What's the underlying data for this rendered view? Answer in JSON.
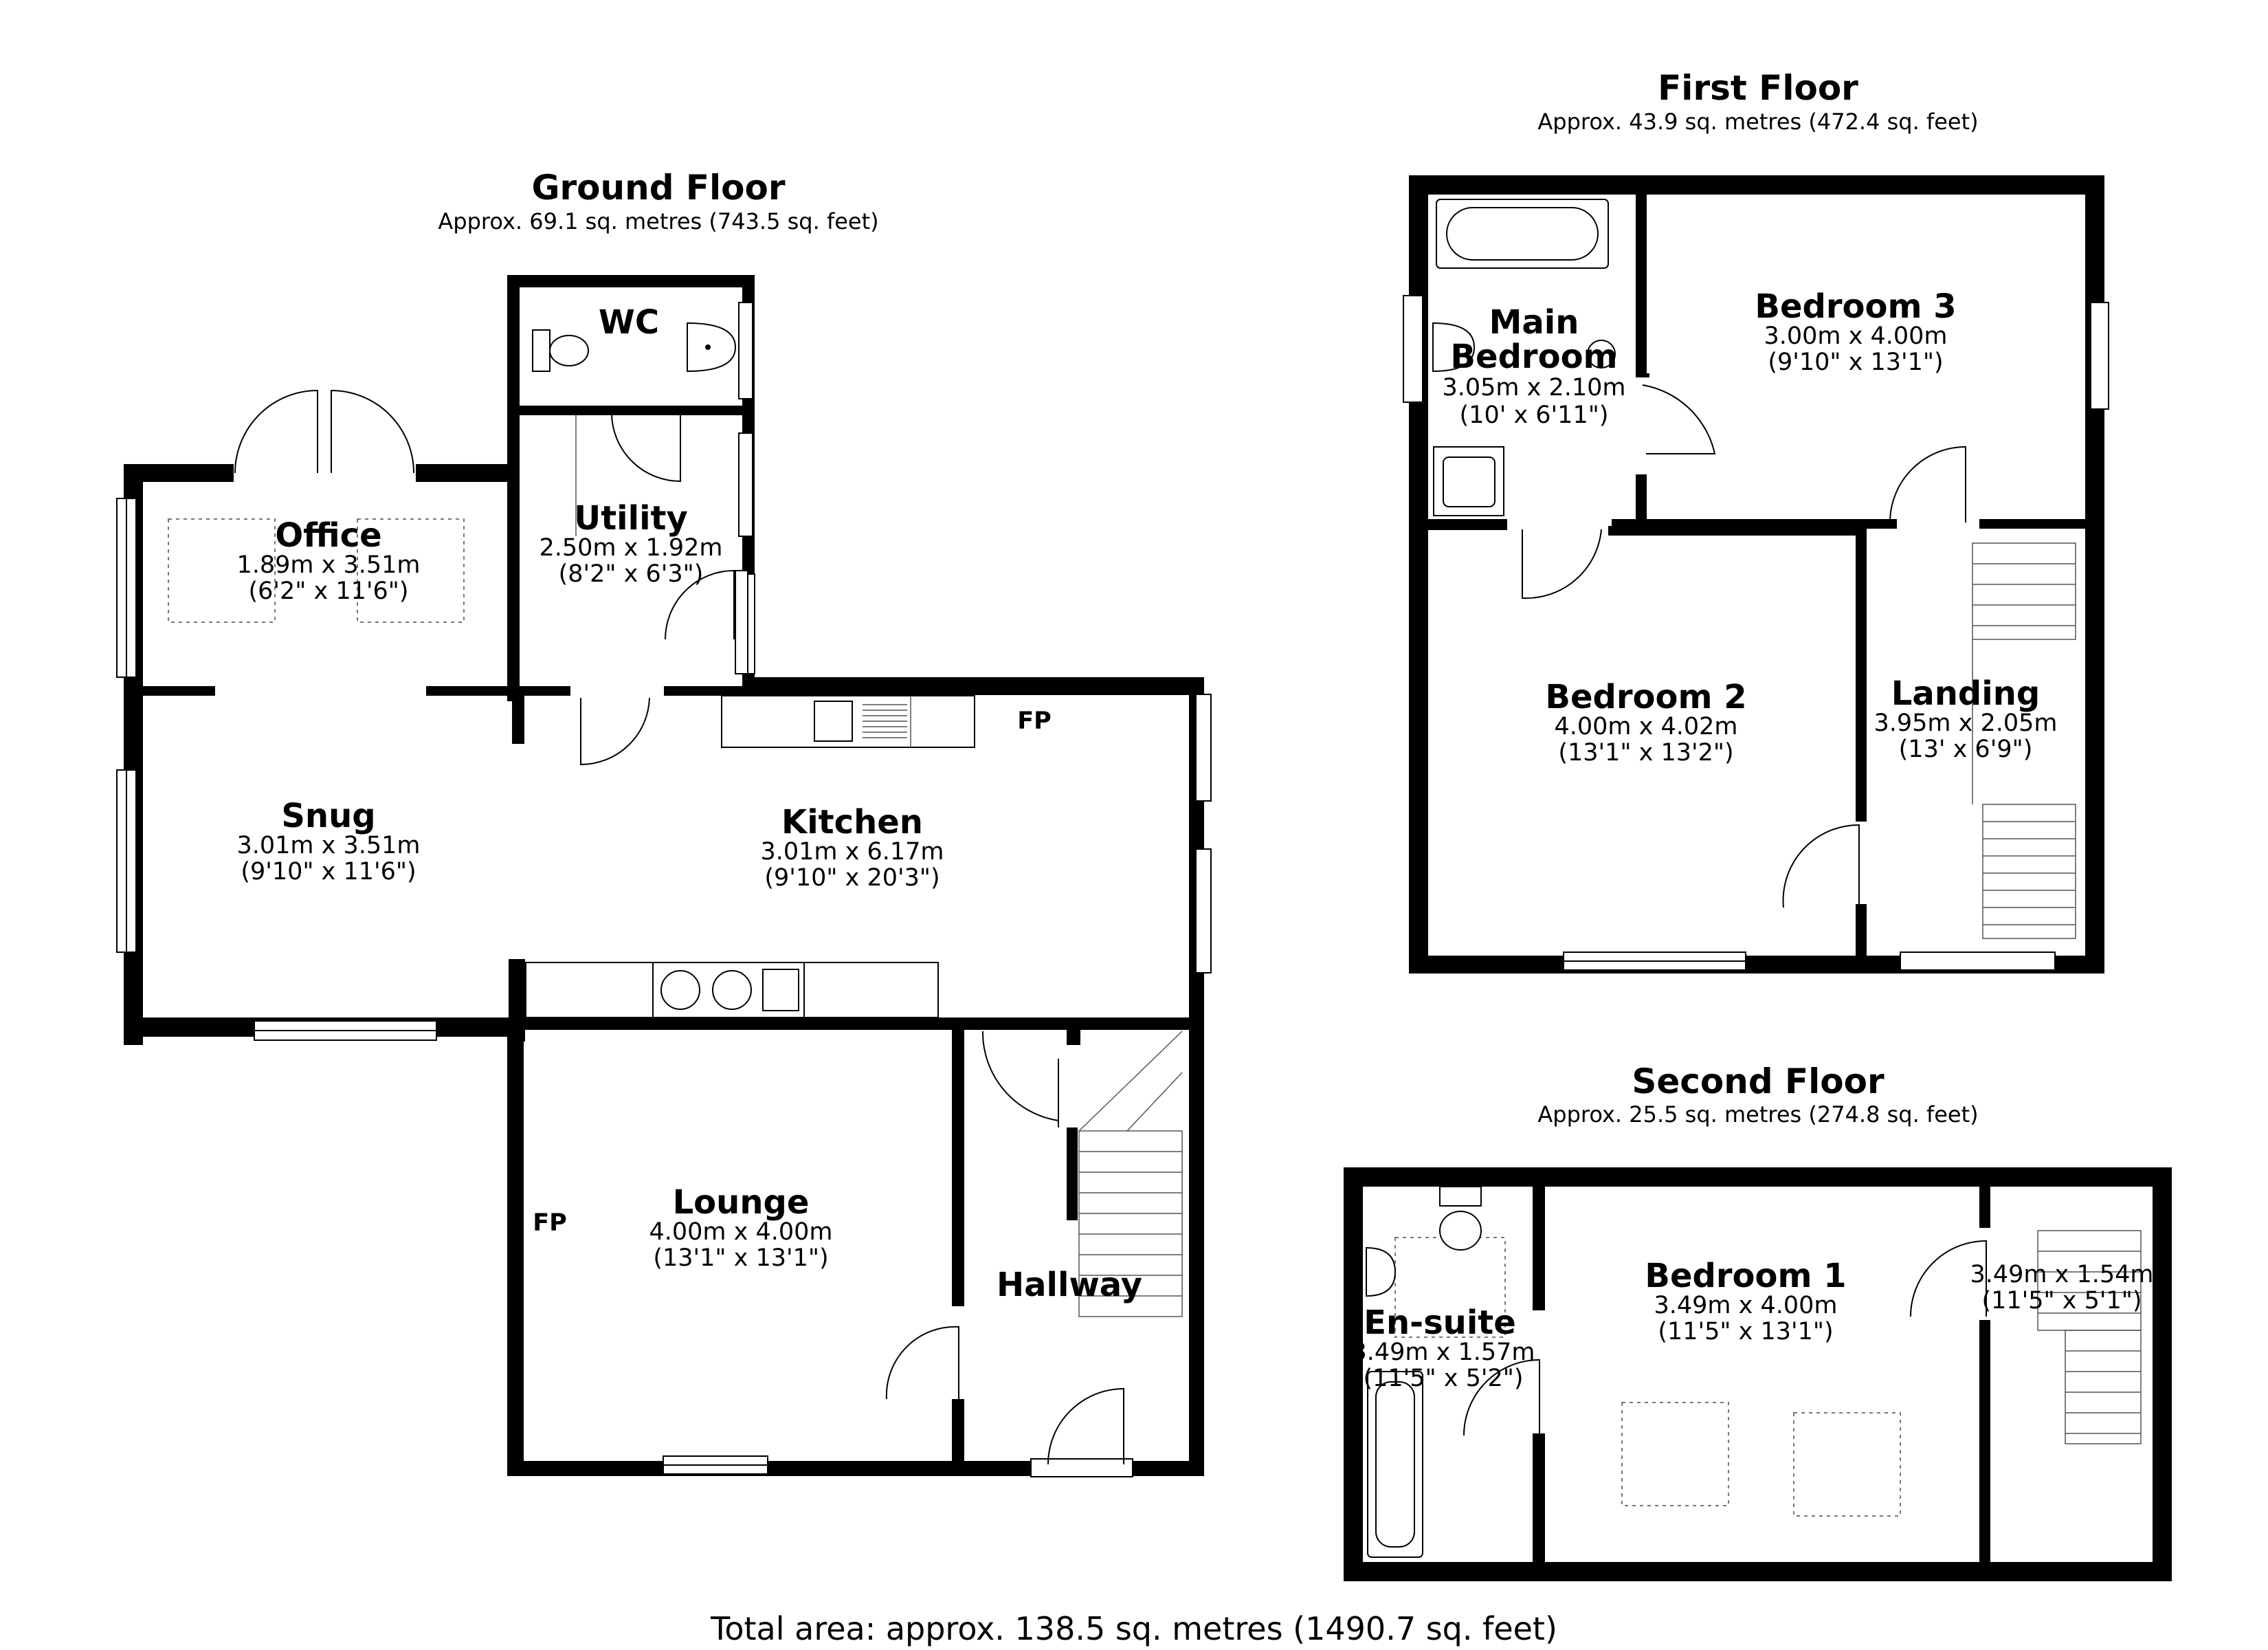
{
  "floors": {
    "ground": {
      "title": "Ground Floor",
      "area": "Approx. 69.1 sq. metres (743.5 sq. feet)"
    },
    "first": {
      "title": "First Floor",
      "area": "Approx. 43.9 sq. metres (472.4 sq. feet)"
    },
    "second": {
      "title": "Second Floor",
      "area": "Approx. 25.5 sq. metres (274.8 sq. feet)"
    }
  },
  "rooms": {
    "wc": {
      "name": "WC"
    },
    "utility": {
      "name": "Utility",
      "dim_m": "2.50m x 1.92m",
      "dim_ft": "(8'2\" x 6'3\")"
    },
    "office": {
      "name": "Office",
      "dim_m": "1.89m x 3.51m",
      "dim_ft": "(6'2\" x 11'6\")"
    },
    "snug": {
      "name": "Snug",
      "dim_m": "3.01m x 3.51m",
      "dim_ft": "(9'10\" x 11'6\")"
    },
    "kitchen": {
      "name": "Kitchen",
      "dim_m": "3.01m x 6.17m",
      "dim_ft": "(9'10\" x 20'3\")"
    },
    "lounge": {
      "name": "Lounge",
      "dim_m": "4.00m x 4.00m",
      "dim_ft": "(13'1\" x 13'1\")"
    },
    "hallway": {
      "name": "Hallway"
    },
    "main_bedroom": {
      "name_line1": "Main",
      "name_line2": "Bedroom",
      "dim_m": "3.05m x 2.10m",
      "dim_ft": "(10' x 6'11\")"
    },
    "bedroom3": {
      "name": "Bedroom 3",
      "dim_m": "3.00m x 4.00m",
      "dim_ft": "(9'10\" x 13'1\")"
    },
    "bedroom2": {
      "name": "Bedroom 2",
      "dim_m": "4.00m x 4.02m",
      "dim_ft": "(13'1\" x 13'2\")"
    },
    "landing": {
      "name": "Landing",
      "dim_m": "3.95m x 2.05m",
      "dim_ft": "(13' x 6'9\")"
    },
    "ensuite": {
      "name": "En-suite",
      "dim_m": "3.49m x 1.57m",
      "dim_ft": "(11'5\" x 5'2\")"
    },
    "bedroom1": {
      "name": "Bedroom 1",
      "dim_m": "3.49m x 4.00m",
      "dim_ft": "(11'5\" x 13'1\")"
    },
    "stair_area": {
      "dim_m": "3.49m x 1.54m",
      "dim_ft": "(11'5\" x 5'1\")"
    }
  },
  "labels": {
    "fp": "FP"
  },
  "total": "Total area: approx. 138.5 sq. metres (1490.7 sq. feet)"
}
